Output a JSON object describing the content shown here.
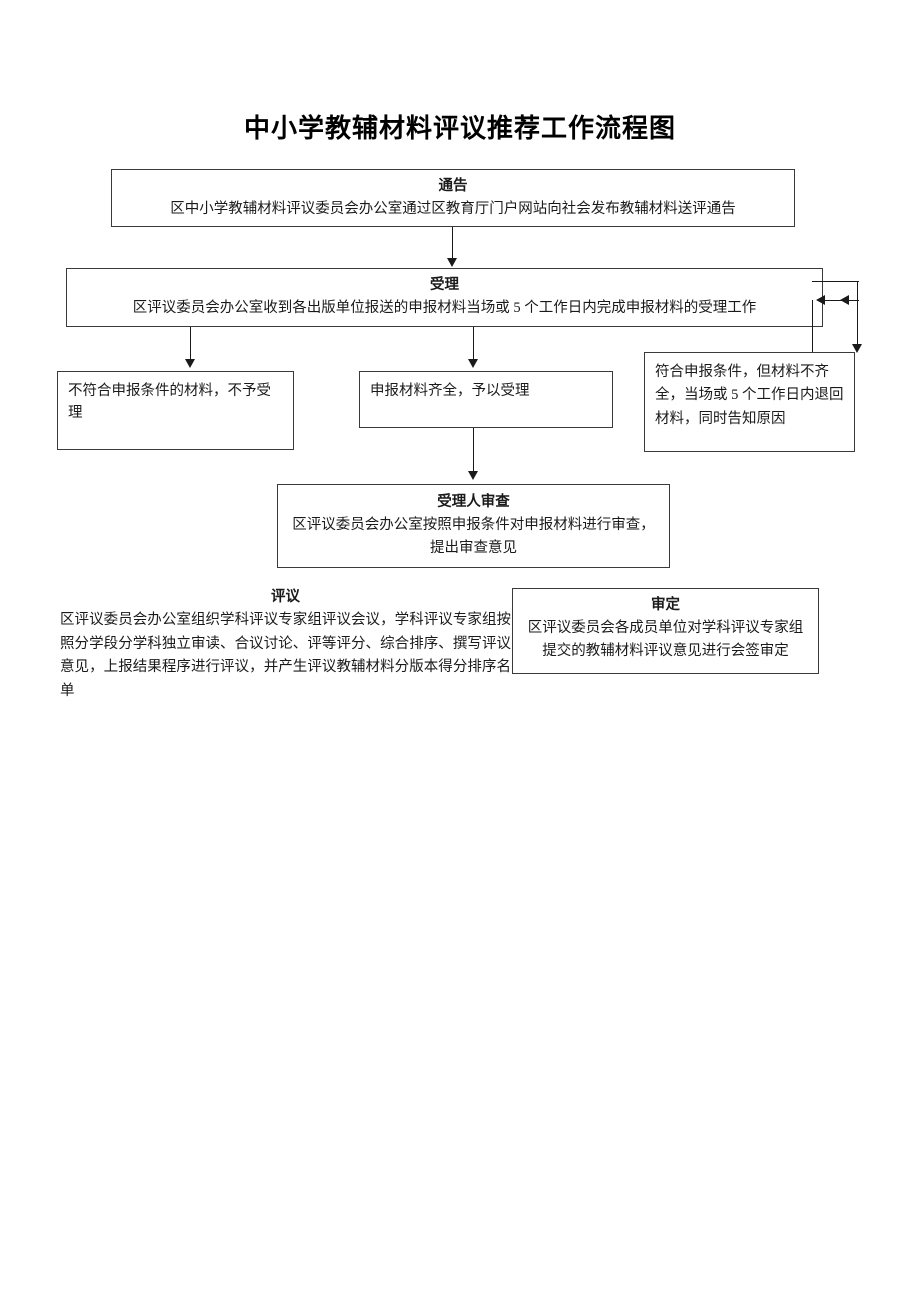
{
  "document": {
    "title": "中小学教辅材料评议推荐工作流程图"
  },
  "flow": {
    "nodes": [
      {
        "id": "notice",
        "heading": "通告",
        "body": "区中小学教辅材料评议委员会办公室通过区教育厅门户网站向社会发布教辅材料送评通告"
      },
      {
        "id": "accept",
        "heading": "受理",
        "body": "区评议委员会办公室收到各出版单位报送的申报材料当场或 5 个工作日内完成申报材料的受理工作"
      },
      {
        "id": "reject",
        "heading": "",
        "body": "不符合申报条件的材料，不予受理"
      },
      {
        "id": "complete",
        "heading": "",
        "body": "申报材料齐全，予以受理"
      },
      {
        "id": "incomplete",
        "heading": "",
        "body": "符合申报条件，但材料不齐全，当场或 5 个工作日内退回材料，同时告知原因"
      },
      {
        "id": "review",
        "heading": "受理人审查",
        "body": "区评议委员会办公室按照申报条件对申报材料进行审查，提出审查意见"
      },
      {
        "id": "evaluate",
        "heading": "评议",
        "body": "区评议委员会办公室组织学科评议专家组评议会议，学科评议专家组按照分学段分学科独立审读、合议讨论、评等评分、综合排序、撰写评议意见，上报结果程序进行评议，并产生评议教辅材料分版本得分排序名单"
      },
      {
        "id": "approve",
        "heading": "审定",
        "body": "区评议委员会各成员单位对学科评议专家组提交的教辅材料评议意见进行会签审定"
      }
    ]
  },
  "style": {
    "border_color": "#3a3a3a",
    "line_color": "#1a1a1a",
    "page_background": "#ffffff",
    "text_color": "#1a1a1a"
  }
}
